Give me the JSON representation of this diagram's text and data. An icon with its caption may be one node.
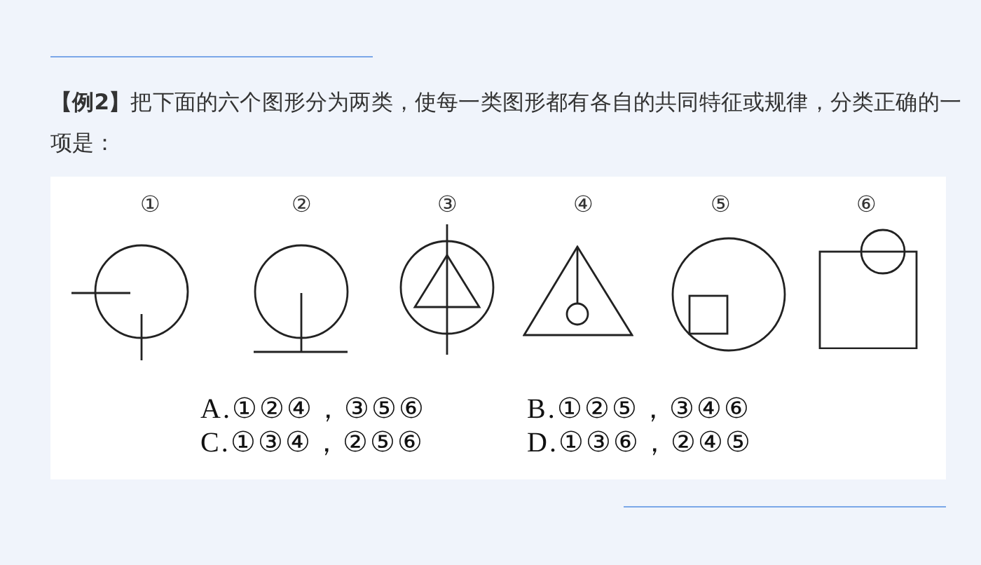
{
  "diagram": {
    "title": "**【例2】**把下面的六个图形分为两类，使每一类图形都有各自的共同特征或规律，分类正确的一项是：",
    "labels": [
      "①",
      "②",
      "③",
      "④",
      "⑤",
      "⑥",
      "A.①②④，③⑤⑥",
      "B.①②⑤，③④⑥",
      "C.①③④，②⑤⑥",
      "D.①③⑥，②④⑤"
    ]
  }
}
